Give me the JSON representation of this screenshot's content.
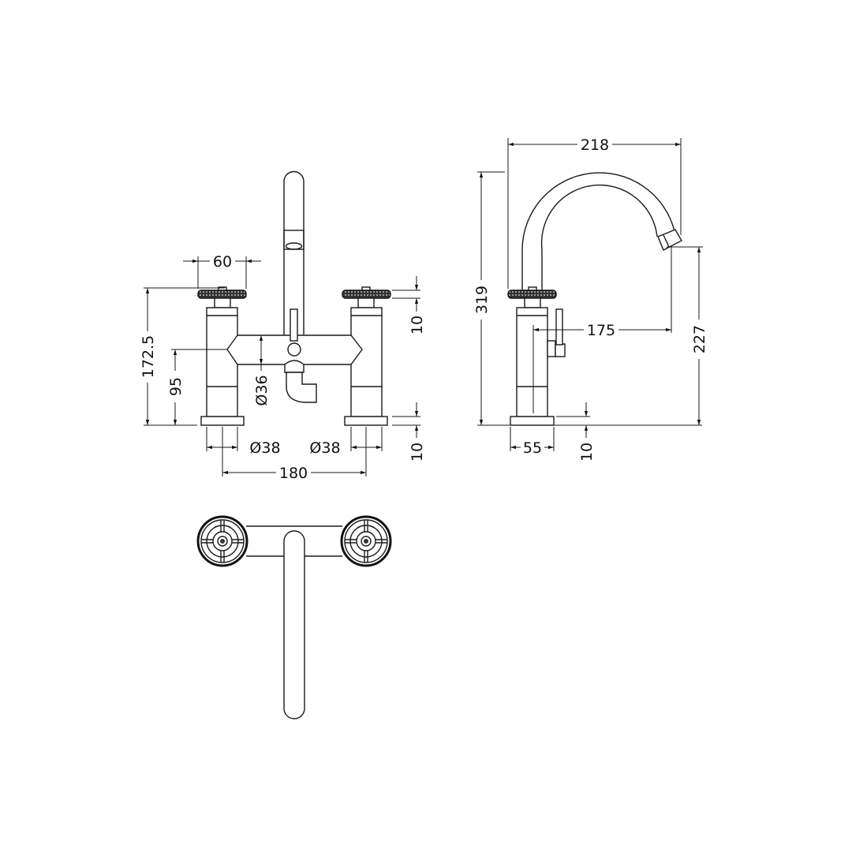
{
  "drawing": {
    "views": [
      "front-elevation",
      "side-elevation",
      "plan-view"
    ],
    "line_color": "#1a1a1a",
    "dimensions": {
      "handle_width": "60",
      "overall_height_front": "172.5",
      "bridge_height": "95",
      "handle_thickness": "10",
      "base_thickness_front": "10",
      "bridge_diameter": "Ø36",
      "left_column_diameter": "Ø38",
      "right_column_diameter": "Ø38",
      "centres": "180",
      "spout_reach_overall": "218",
      "overall_height_side": "319",
      "spout_reach": "175",
      "spout_outlet_height": "227",
      "base_depth": "55",
      "base_thickness_side": "10"
    }
  }
}
